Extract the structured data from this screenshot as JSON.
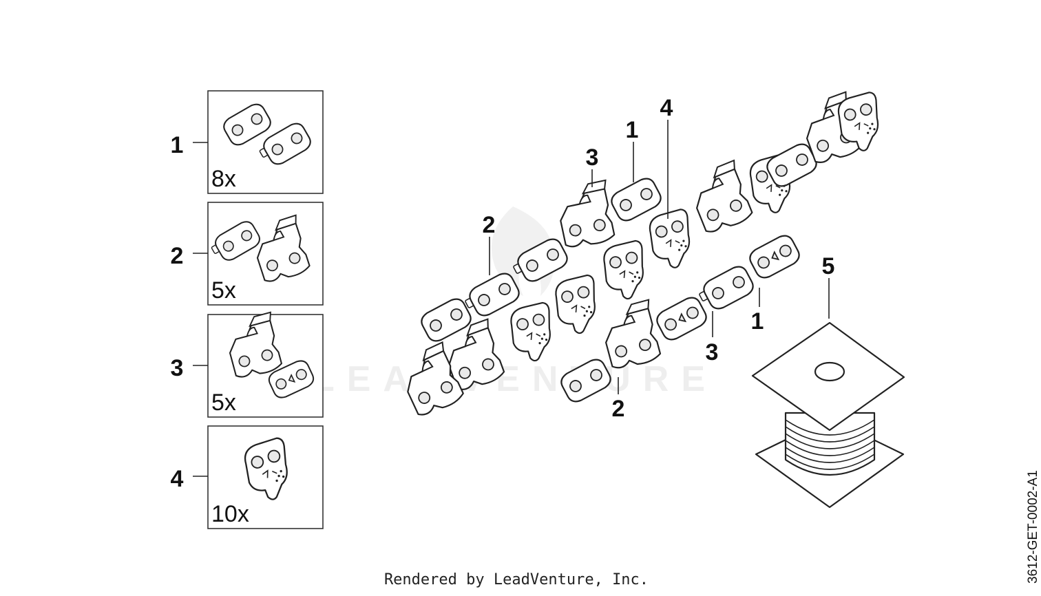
{
  "watermark": "LEADVENTURE",
  "footer": "Rendered by LeadVenture, Inc.",
  "diagram_code": "3612-GET-0002-A1",
  "legend": [
    {
      "label": "1",
      "qty": "8x"
    },
    {
      "label": "2",
      "qty": "5x"
    },
    {
      "label": "3",
      "qty": "5x"
    },
    {
      "label": "4",
      "qty": "10x"
    }
  ],
  "callouts": {
    "upper_2": "2",
    "upper_3": "3",
    "upper_1": "1",
    "upper_4": "4",
    "lower_1": "1",
    "lower_3": "3",
    "lower_2": "2",
    "reel_5": "5"
  }
}
